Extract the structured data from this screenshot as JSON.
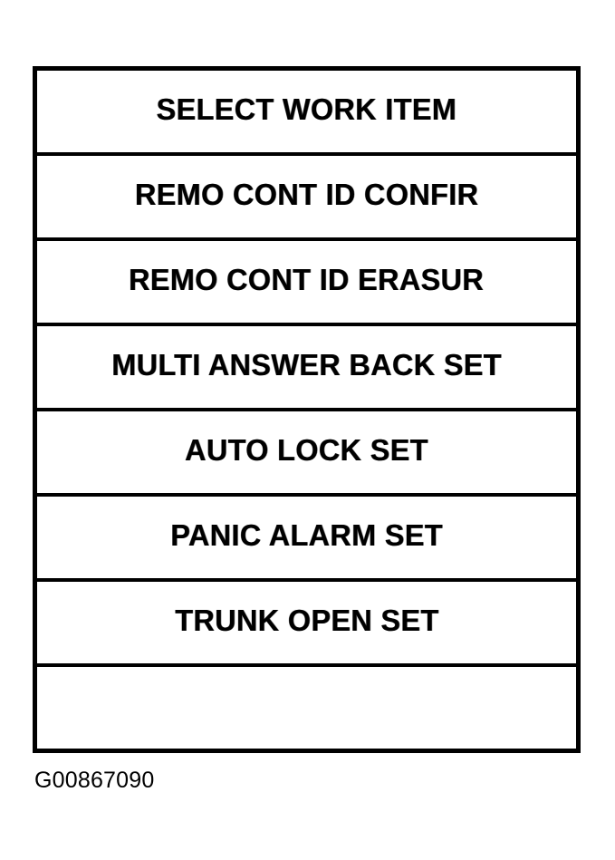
{
  "figure": {
    "caption": "G00867090",
    "background_color": "#ffffff",
    "ink_color": "#000000"
  },
  "menu": {
    "title": "SELECT WORK ITEM",
    "rows": [
      {
        "label": "SELECT WORK ITEM",
        "empty": false
      },
      {
        "label": "REMO CONT ID CONFIR",
        "empty": false
      },
      {
        "label": "REMO CONT ID ERASUR",
        "empty": false
      },
      {
        "label": "MULTI ANSWER BACK SET",
        "empty": false
      },
      {
        "label": "AUTO LOCK SET",
        "empty": false
      },
      {
        "label": "PANIC ALARM SET",
        "empty": false
      },
      {
        "label": "TRUNK OPEN SET",
        "empty": false
      },
      {
        "label": "",
        "empty": true
      }
    ]
  }
}
